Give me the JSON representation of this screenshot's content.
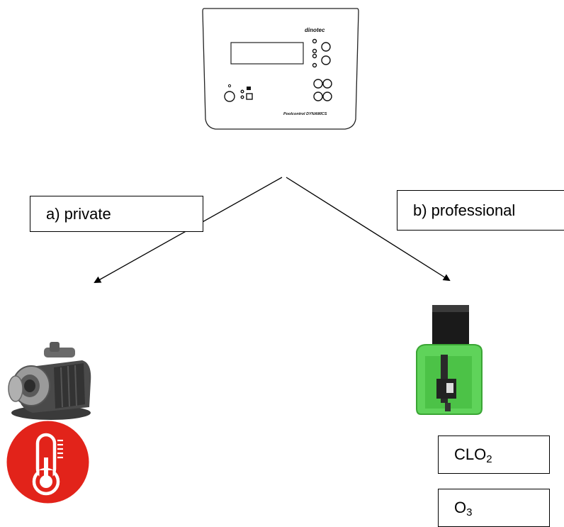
{
  "controller": {
    "brand": "dinotec",
    "model": "Poolcontrol DYNAMICS"
  },
  "branches": {
    "private_label": "a) private",
    "professional_label": "b) professional"
  },
  "professional_options": {
    "clo2_base": "CLO",
    "clo2_sub": "2",
    "o3_base": "O",
    "o3_sub": "3"
  },
  "colors": {
    "thermometer_red": "#e2231a",
    "dosing_green": "#5fd35a",
    "pump_grey": "#8c8c8c"
  },
  "icons": [
    "thermometer-icon",
    "pump-image",
    "dosing-unit-image",
    "controller-image"
  ]
}
